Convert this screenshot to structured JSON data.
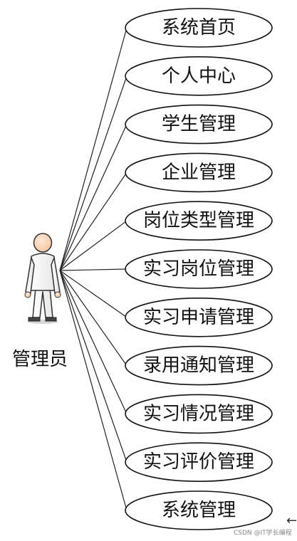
{
  "actor": {
    "label": "管理员",
    "icon": "stick-figure-actor-icon"
  },
  "use_cases": [
    {
      "label": "系统首页"
    },
    {
      "label": "个人中心"
    },
    {
      "label": "学生管理"
    },
    {
      "label": "企业管理"
    },
    {
      "label": "岗位类型管理"
    },
    {
      "label": "实习岗位管理"
    },
    {
      "label": "实习申请管理"
    },
    {
      "label": "录用通知管理"
    },
    {
      "label": "实习情况管理"
    },
    {
      "label": "实习评价管理"
    },
    {
      "label": "系统管理"
    }
  ],
  "footer": {
    "watermark": "CSDN @IT学长编程",
    "back_icon": "back-arrow-icon",
    "back_glyph": "←"
  }
}
